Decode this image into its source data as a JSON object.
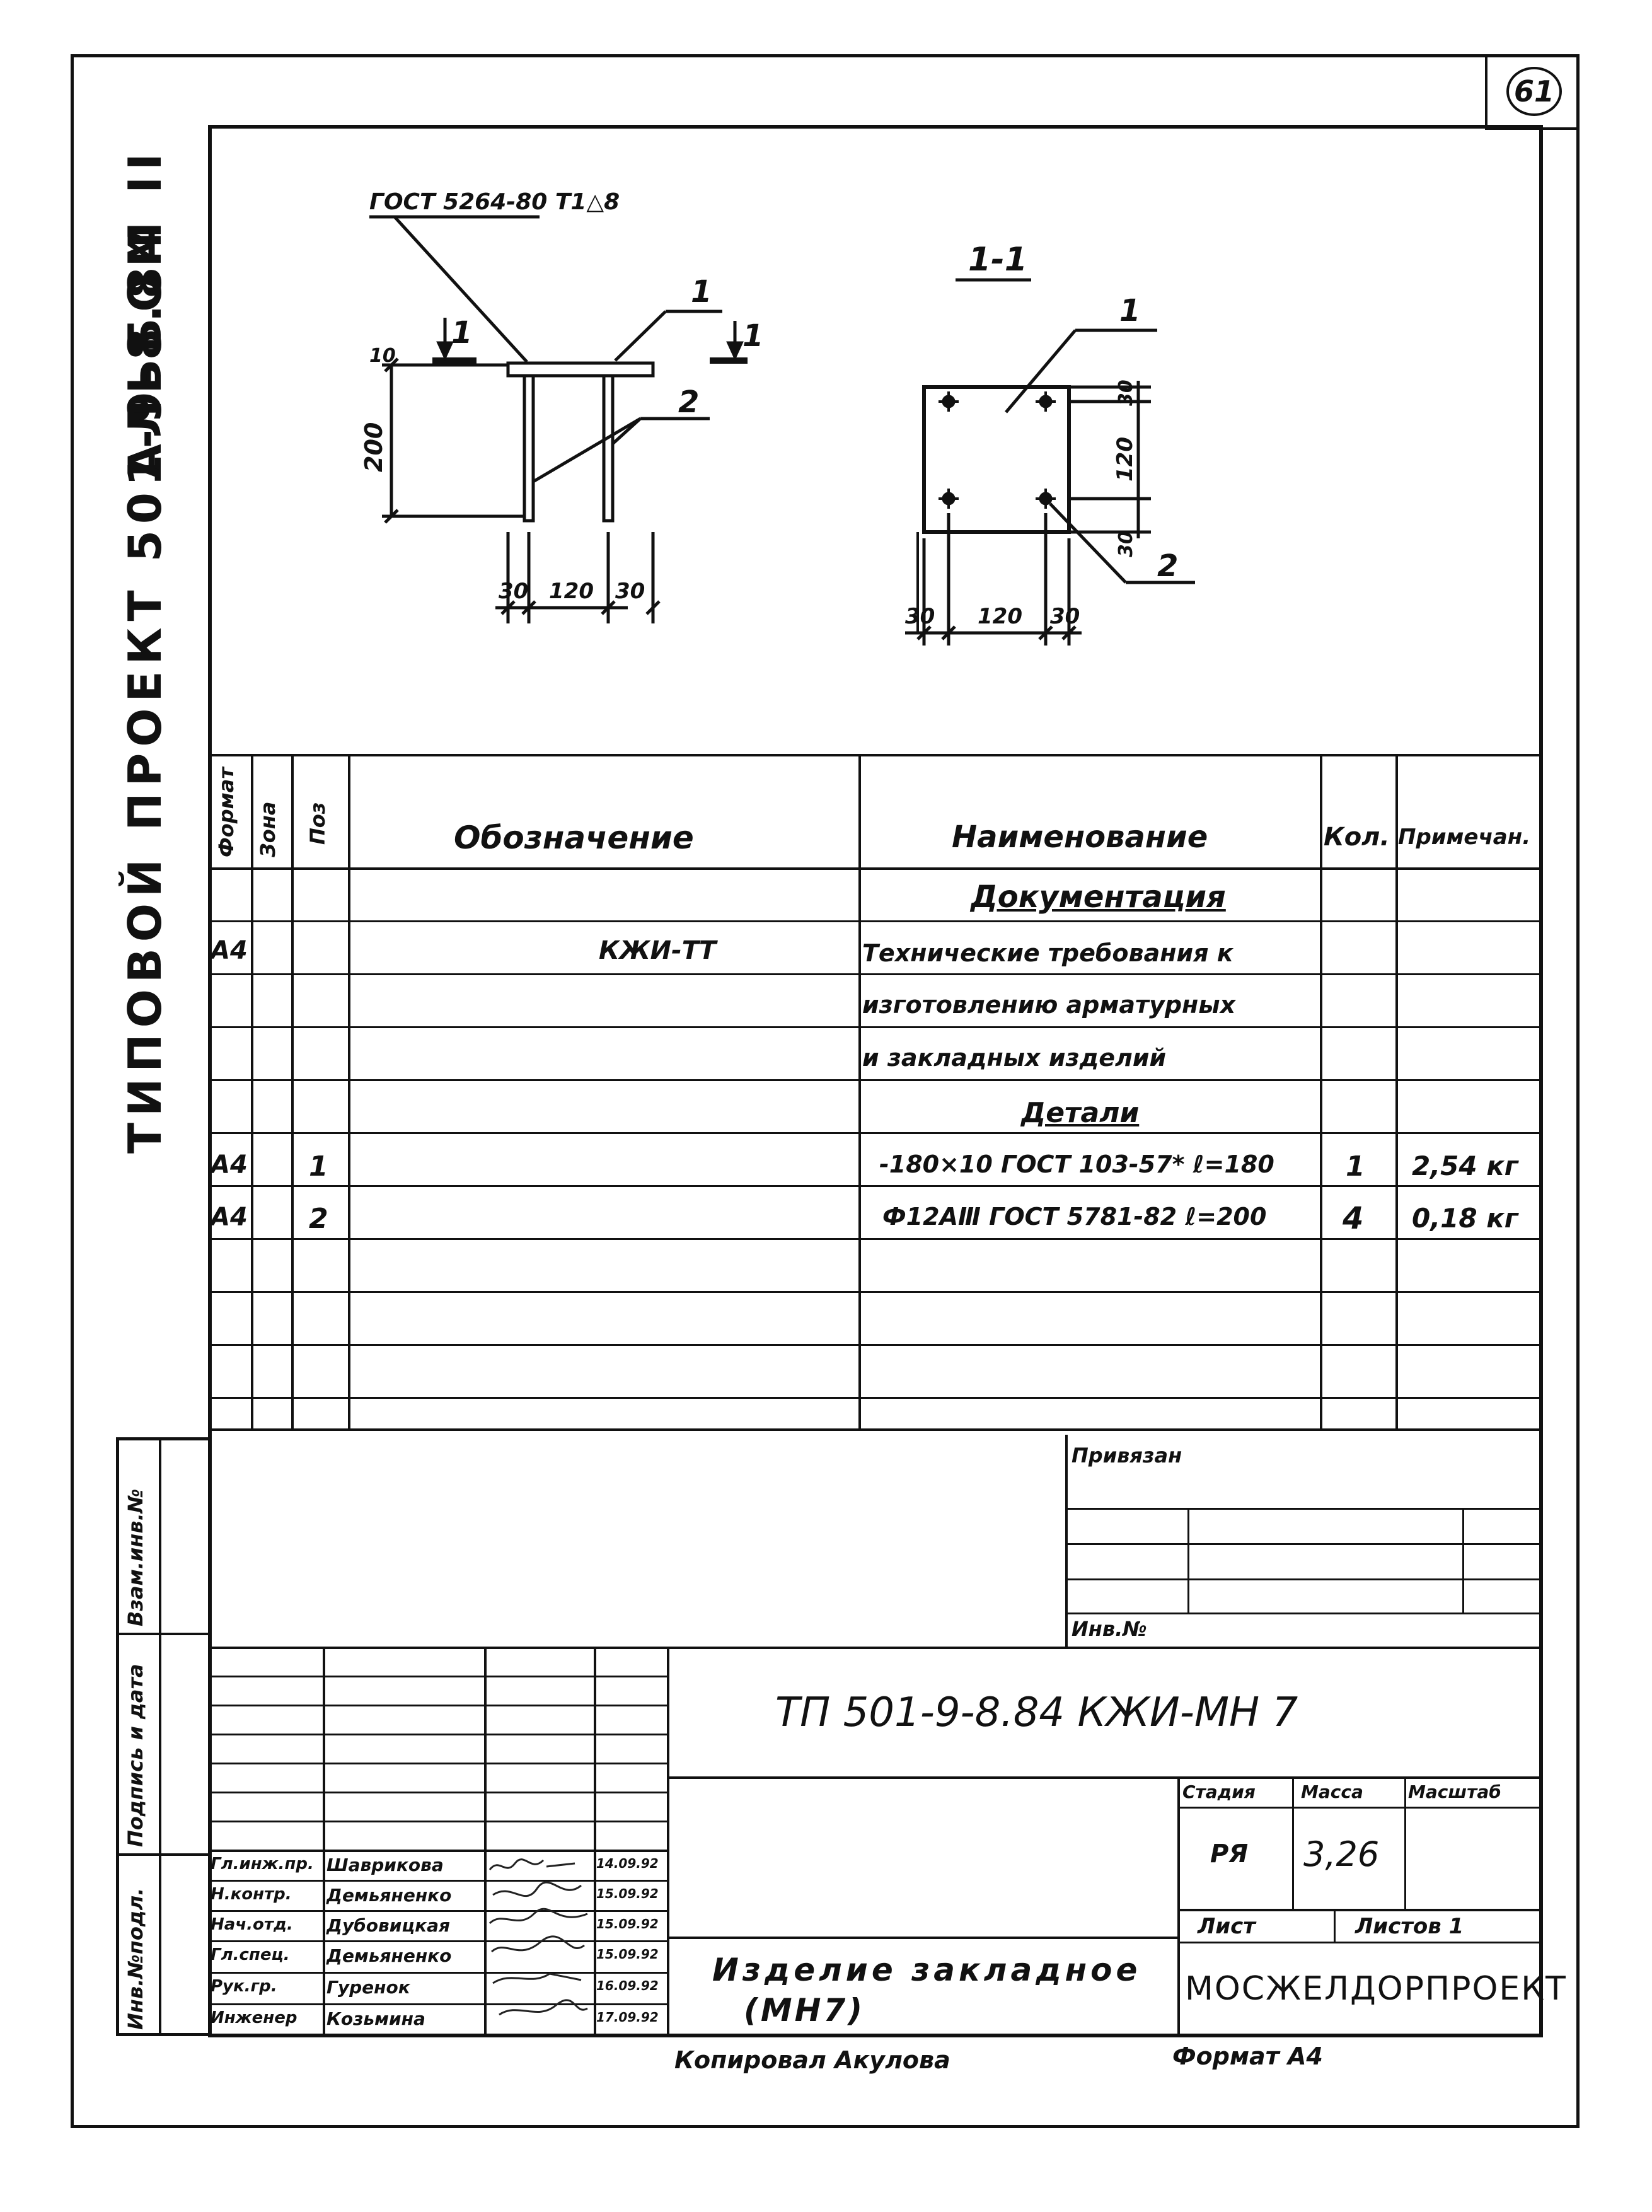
{
  "page_number": "61",
  "side_title": {
    "project": "ТИПОВОЙ ПРОЕКТ 501-9-8.84",
    "album": "АЛЬБОМ II"
  },
  "drawing": {
    "weld_note": "ГОСТ 5264-80 Т1△8",
    "section_label": "1-1",
    "cut_mark": "1",
    "pos1": "1",
    "pos2": "2",
    "dim_plate": "10",
    "dim_height": "200",
    "dim_30a": "30",
    "dim_120": "120",
    "dim_30b": "30",
    "sec_dim_30a": "30",
    "sec_dim_120": "120",
    "sec_dim_30b": "30",
    "sec_vdim_30a": "30",
    "sec_vdim_120": "120",
    "sec_vdim_30b": "30"
  },
  "spec": {
    "headers": {
      "format": "Формат",
      "zone": "Зона",
      "pos": "Поз",
      "designation": "Обозначение",
      "name": "Наименование",
      "qty": "Кол.",
      "note": "Примечан."
    },
    "section_docs": "Документация",
    "docs_row": {
      "format": "А4",
      "designation": "КЖИ-ТТ",
      "name_lines": [
        "Технические требования к",
        "изготовлению арматурных",
        "и закладных изделий"
      ]
    },
    "section_parts": "Детали",
    "rows": [
      {
        "format": "А4",
        "pos": "1",
        "name": "-180×10 ГОСТ 103-57*   ℓ=180",
        "qty": "1",
        "note": "2,54 кг"
      },
      {
        "format": "А4",
        "pos": "2",
        "name": "Ф12АⅢ ГОСТ 5781-82  ℓ=200",
        "qty": "4",
        "note": "0,18 кг"
      }
    ]
  },
  "left_strip": {
    "inv_orig": "Инв.№подл.",
    "sign_date": "Подпись и дата",
    "inv_dup": "Взам.инв.№"
  },
  "stamp": {
    "privyazan": "Привязан",
    "inv_no": "Инв.№",
    "code": "ТП 501-9-8.84      КЖИ-МН 7",
    "title_line1": "Изделие закладное",
    "title_line2": "(МН7)",
    "stage_label": "Стадия",
    "mass_label": "Масса",
    "scale_label": "Масштаб",
    "stage": "РЯ",
    "mass": "3,26",
    "sheet_label": "Лист",
    "sheets_label": "Листов 1",
    "org": "МОСЖЕЛДОРПРОЕКТ",
    "people": [
      {
        "role": "Гл.инж.пр.",
        "name": "Шаврикова",
        "date": "14.09.92"
      },
      {
        "role": "Н.контр.",
        "name": "Демьяненко",
        "date": "15.09.92"
      },
      {
        "role": "Нач.отд.",
        "name": "Дубовицкая",
        "date": "15.09.92"
      },
      {
        "role": "Гл.спец.",
        "name": "Демьяненко",
        "date": "15.09.92"
      },
      {
        "role": "Рук.гр.",
        "name": "Гуренок",
        "date": "16.09.92"
      },
      {
        "role": "Инженер",
        "name": "Козьмина",
        "date": "17.09.92"
      }
    ]
  },
  "footer": {
    "copied": "Копировал Акулова",
    "format": "Формат А4"
  }
}
